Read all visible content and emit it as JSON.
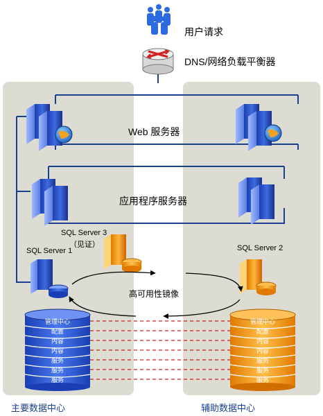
{
  "top": {
    "user_request": "用户请求",
    "load_balancer": "DNS/网络负载平衡器"
  },
  "tiers": {
    "web": "Web 服务器",
    "app": "应用程序服务器"
  },
  "sql": {
    "witness": "SQL Server 3",
    "witness_note": "（见证）",
    "primary": "SQL Server 1",
    "secondary": "SQL Server 2",
    "mirroring": "高可用性镜像"
  },
  "databases": {
    "primary": [
      "管理中心",
      "配置",
      "内容",
      "内容",
      "服务",
      "服务",
      "服务"
    ],
    "secondary": [
      "管理中心",
      "配置",
      "内容",
      "内容",
      "服务",
      "服务",
      "服务"
    ]
  },
  "datacenters": {
    "primary": "主要数据中心",
    "secondary": "辅助数据中心"
  },
  "colors": {
    "panel": "#dcdcd2",
    "line": "#1b3f8f",
    "blue_db": "#2e3fc4",
    "orange_db": "#f08a00",
    "dash": "#cc2020",
    "dc_label": "#1b3f8f"
  }
}
